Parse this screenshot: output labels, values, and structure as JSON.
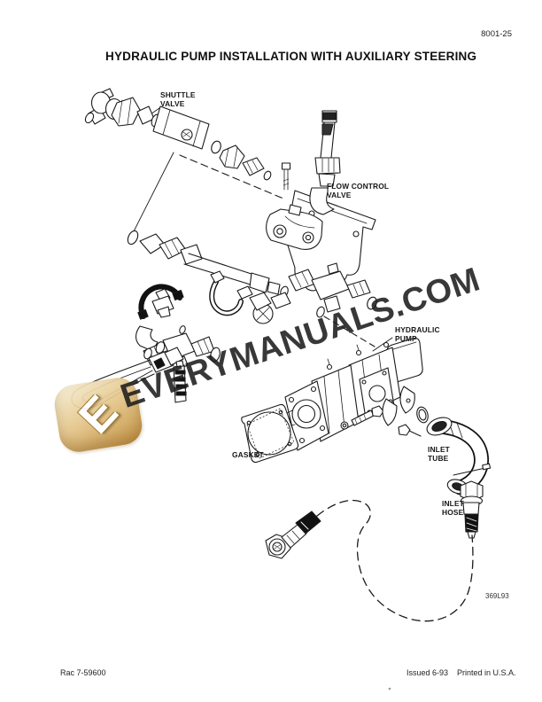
{
  "page": {
    "number": "8001-25",
    "title": "HYDRAULIC PUMP INSTALLATION WITH AUXILIARY STEERING"
  },
  "diagram": {
    "figure_code": "369L93",
    "labels": {
      "shuttle_valve": "SHUTTLE\nVALVE",
      "flow_control_valve": "FLOW CONTROL\nVALVE",
      "hydraulic_pump": "HYDRAULIC\nPUMP",
      "gasket": "GASKET",
      "inlet_tube": "INLET\nTUBE",
      "inlet_hose": "INLET\nHOSE"
    }
  },
  "watermark": {
    "text": "EVERYMANUALS.COM",
    "logo_letter": "E",
    "badge_color_light": "#f4e8c8",
    "badge_color_dark": "#c2913f",
    "text_color": "#1d1d1d"
  },
  "footer": {
    "document_code": "Rac 7-59600",
    "issued": "Issued 6-93",
    "printed": "Printed in U.S.A."
  }
}
